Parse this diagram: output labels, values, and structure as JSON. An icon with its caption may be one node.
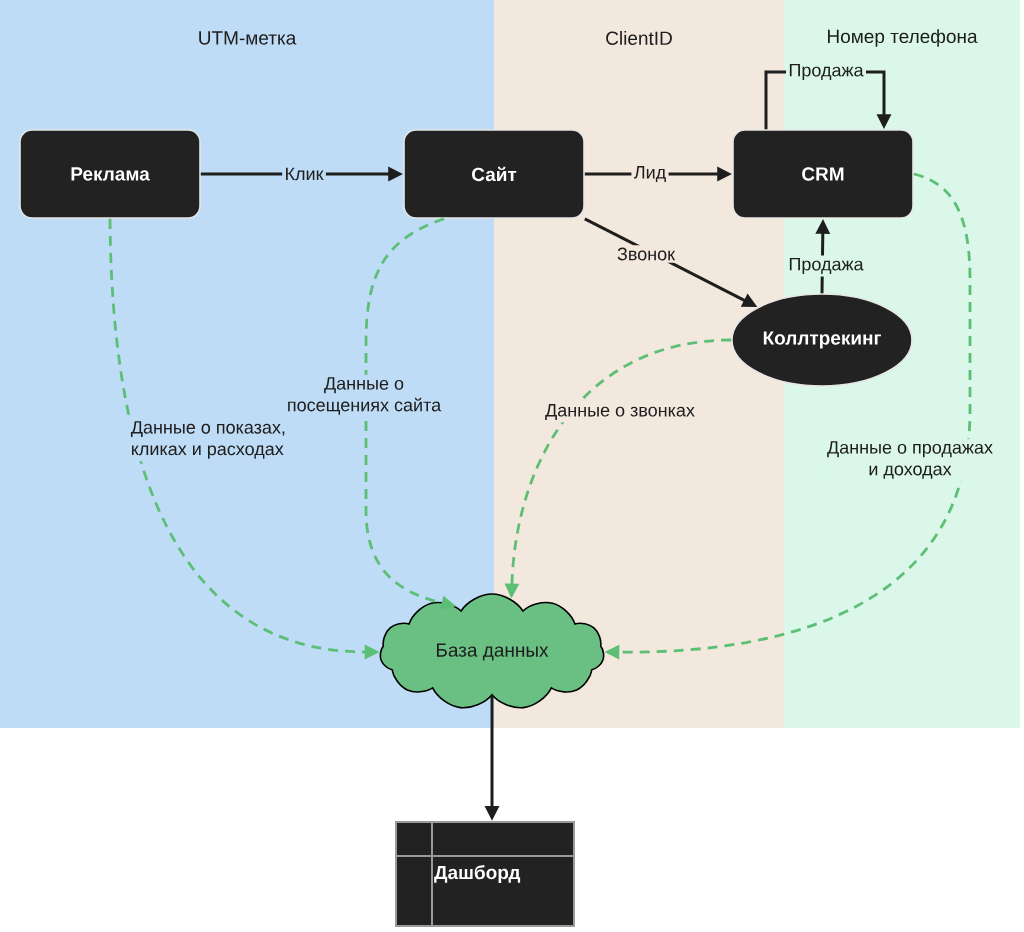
{
  "diagram": {
    "nodes": [
      {
        "text": [
          "Реклама"
        ]
      },
      {
        "text": [
          "Сайт"
        ]
      },
      {
        "text": [
          "CRM"
        ]
      },
      {
        "text": [
          "Коллтрекинг"
        ]
      },
      {
        "text": [
          "База данных"
        ]
      },
      {
        "text": [
          "Дашборд"
        ]
      }
    ],
    "edges": [
      {
        "from": 0,
        "to": 1,
        "arrow": "to",
        "label": "Клик"
      },
      {
        "from": 1,
        "to": 2,
        "arrow": "to",
        "label": "Лид"
      },
      {
        "from": 1,
        "to": 3,
        "arrow": "to",
        "label": "Звонок"
      },
      {
        "from": 2,
        "to": 2,
        "arrow": "to",
        "label": "Продажа"
      },
      {
        "from": 3,
        "to": 2,
        "arrow": "to",
        "label": "Продажа"
      },
      {
        "from": 0,
        "to": 4,
        "arrow": "to",
        "label": "Данные о показах, кликах и расходах",
        "style": "dashed",
        "color": "#5cbf76"
      },
      {
        "from": 1,
        "to": 4,
        "arrow": "to",
        "label": "Данные о посещениях сайта",
        "style": "dashed",
        "color": "#5cbf76"
      },
      {
        "from": 3,
        "to": 4,
        "arrow": "to",
        "label": "Данные о звонках",
        "style": "dashed",
        "color": "#5cbf76"
      },
      {
        "from": 2,
        "to": 4,
        "arrow": "to",
        "label": "Данные о продажах и доходах",
        "style": "dashed",
        "color": "#5cbf76"
      },
      {
        "from": 4,
        "to": 5,
        "arrow": "to"
      }
    ],
    "labels": [
      "UTM-метка",
      "ClientID",
      "Номер телефона"
    ]
  }
}
